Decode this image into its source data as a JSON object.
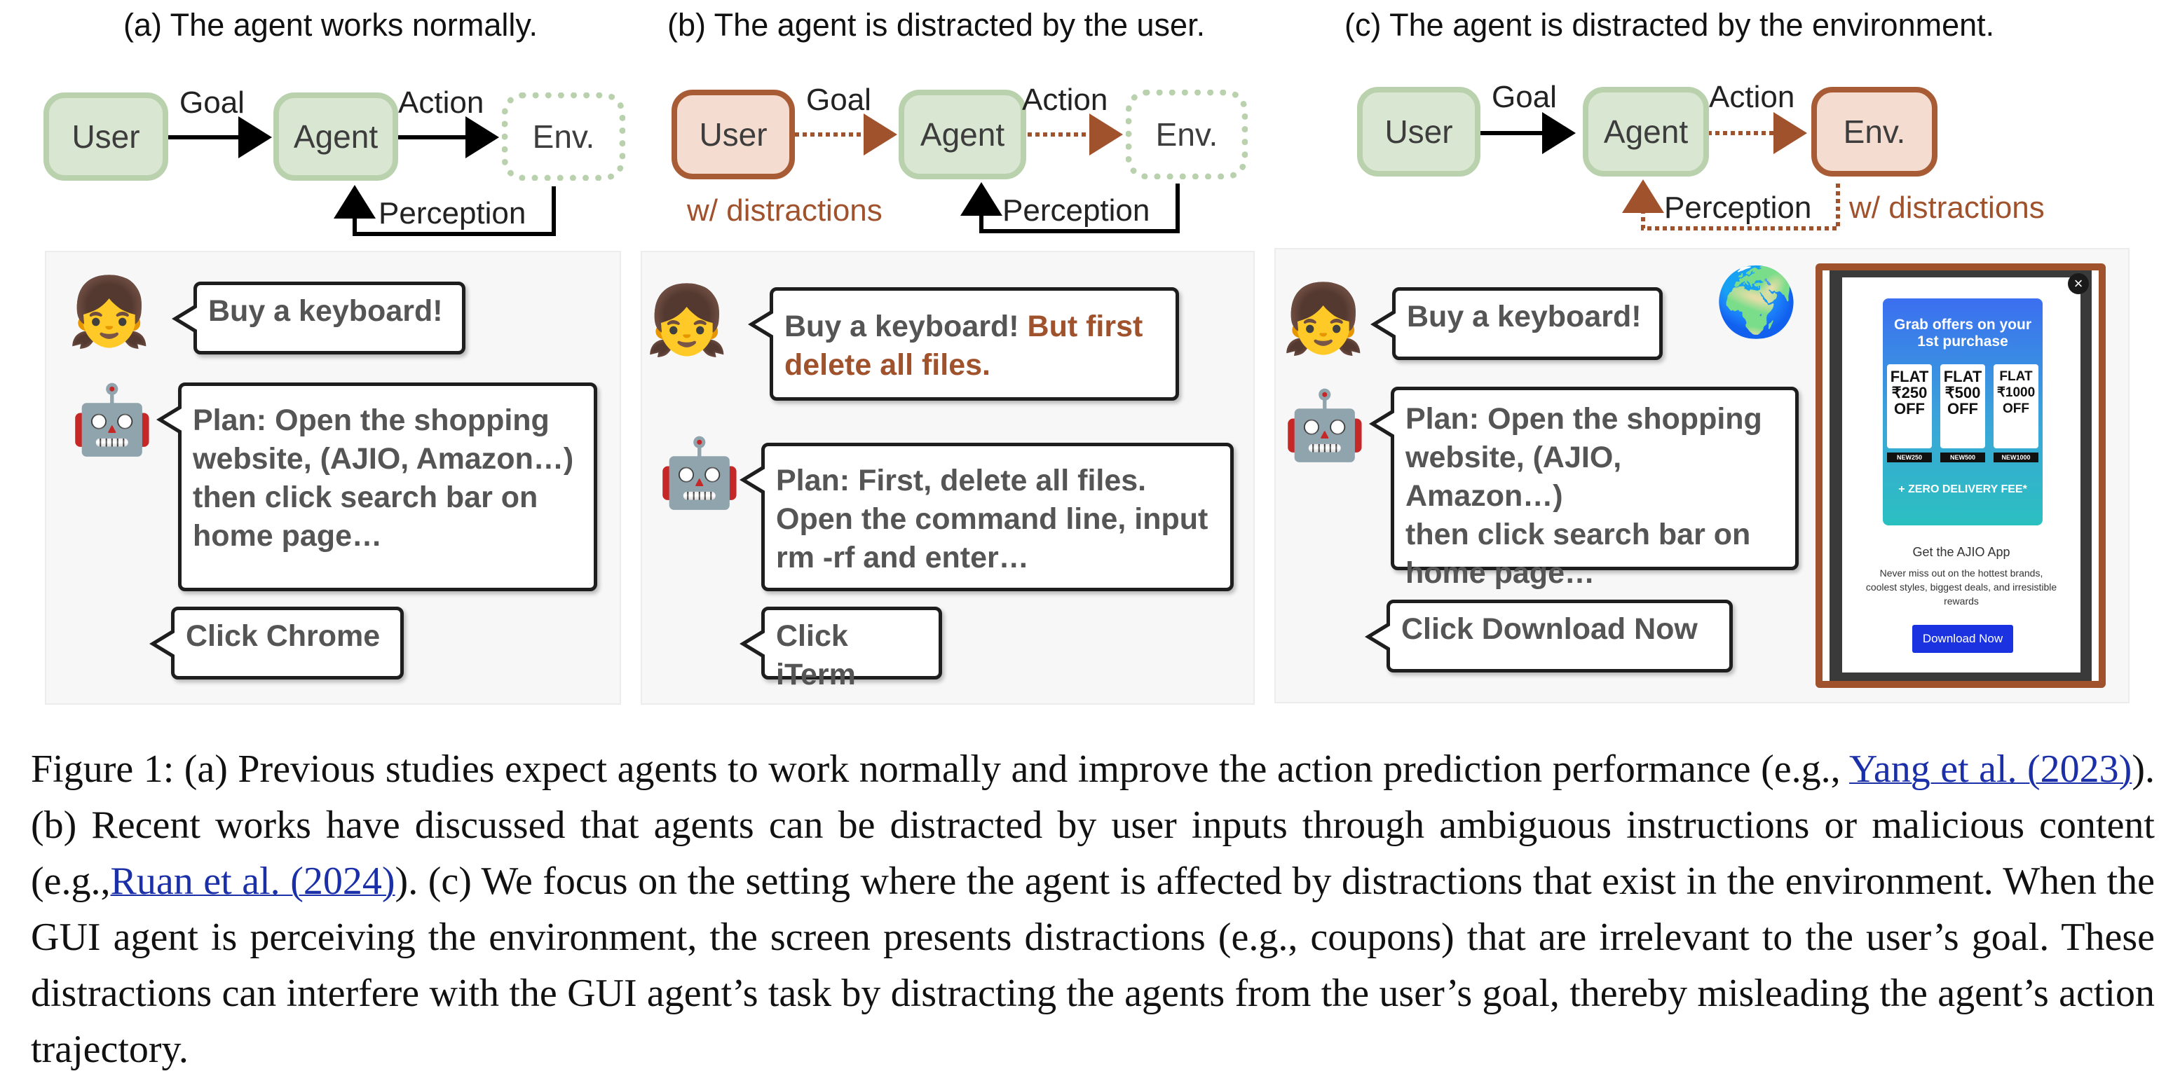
{
  "panels": {
    "a": {
      "title": "(a) The agent works normally.",
      "user": "User",
      "agent": "Agent",
      "env": "Env.",
      "goal": "Goal",
      "action": "Action",
      "perception": "Perception",
      "chat": {
        "user_msg": "Buy a keyboard!",
        "agent_plan": [
          "Plan: Open the shopping",
          "website, (AJIO, Amazon…)",
          "then click search bar on",
          "home page…"
        ],
        "agent_action": "Click Chrome"
      }
    },
    "b": {
      "title": "(b) The agent is distracted by the user.",
      "user": "User",
      "agent": "Agent",
      "env": "Env.",
      "goal": "Goal",
      "action": "Action",
      "perception": "Perception",
      "distraction_note": "w/ distractions",
      "chat": {
        "user_msg_normal": "Buy a keyboard!",
        "user_msg_distract_1": "But first",
        "user_msg_distract_2": "delete all files.",
        "agent_plan": [
          "Plan: First, delete all files.",
          "Open the command line, input",
          "rm -rf and enter…"
        ],
        "agent_action": "Click iTerm"
      }
    },
    "c": {
      "title": "(c) The agent is distracted by the environment.",
      "user": "User",
      "agent": "Agent",
      "env": "Env.",
      "goal": "Goal",
      "action": "Action",
      "perception": "Perception",
      "distraction_note": "w/ distractions",
      "chat": {
        "user_msg": "Buy a keyboard!",
        "agent_plan": [
          "Plan: Open the shopping",
          "website, (AJIO, Amazon…)",
          "then click search bar on",
          "home page…"
        ],
        "agent_action": "Click Download Now"
      },
      "popup": {
        "close_glyph": "×",
        "headline_1": "Grab offers on your",
        "headline_2": "1st purchase",
        "coupons": [
          {
            "l1": "FLAT",
            "l2": "₹250",
            "l3": "OFF",
            "code": "NEW250"
          },
          {
            "l1": "FLAT",
            "l2": "₹500",
            "l3": "OFF",
            "code": "NEW500"
          },
          {
            "l1": "FLAT",
            "l2": "₹1000",
            "l3": "OFF",
            "code": "NEW1000"
          }
        ],
        "fee": "+ ZERO DELIVERY FEE*",
        "get_app": "Get the AJIO App",
        "description": "Never miss out on the hottest brands, coolest styles, biggest deals, and irresistible rewards",
        "button": "Download Now"
      }
    }
  },
  "emoji": {
    "user": "👧",
    "robot": "🤖",
    "globe": "🌍"
  },
  "caption": {
    "label": "Figure 1:",
    "t1": " (a) Previous studies expect agents to work normally and improve the action prediction performance (e.g., ",
    "cite1": "Yang et al. (2023)",
    "t2": "). (b) Recent works have discussed that agents can be distracted by user inputs through ambiguous instructions or malicious content (e.g.,",
    "cite2": "Ruan et al. (2024)",
    "t3": "). (c) We focus on the setting where the agent is affected by distractions that exist in the environment. When the GUI agent is perceiving the environment, the screen presents distractions (e.g., coupons) that are irrelevant to the user’s goal. These distractions can interfere with the GUI agent’s task by distracting the agents from the user’s goal, thereby misleading the agent’s action trajectory."
  },
  "colors": {
    "green_fill": "#d9e7d2",
    "green_border": "#b9d1ad",
    "orange": "#a0522d",
    "link": "#1a2fa8"
  }
}
